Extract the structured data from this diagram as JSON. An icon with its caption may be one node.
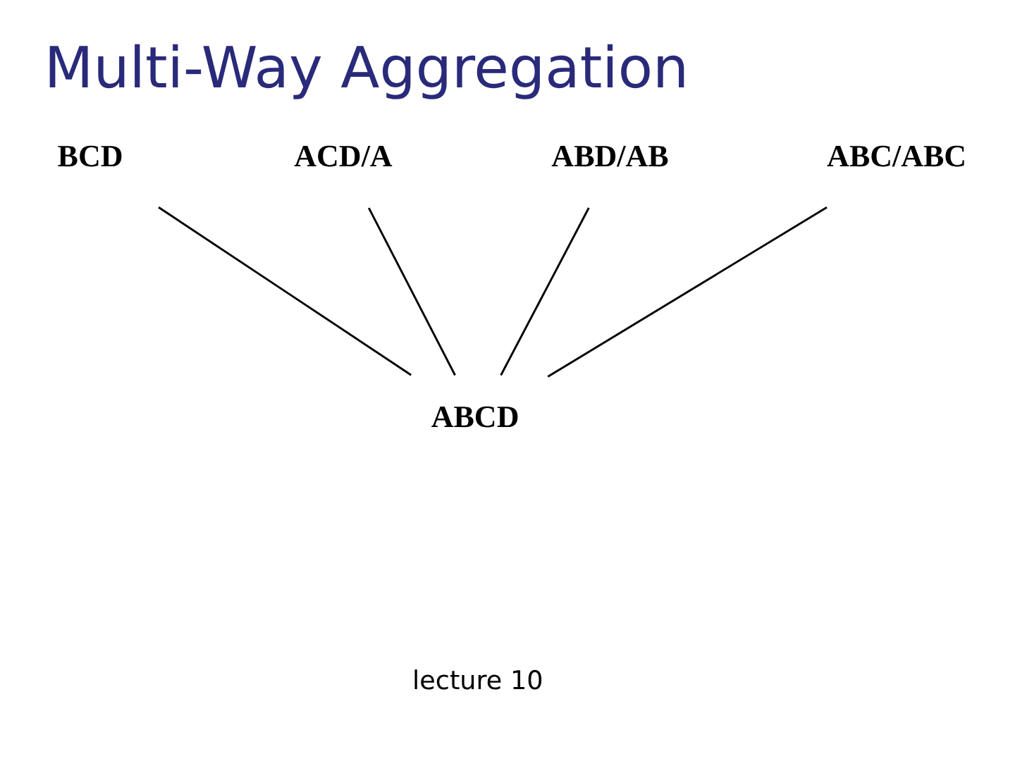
{
  "diagram": {
    "title": "Multi-Way Aggregation",
    "nodes": [
      {
        "text": [
          "BCD"
        ]
      },
      {
        "text": [
          "ACD/A"
        ]
      },
      {
        "text": [
          "ABD/AB"
        ]
      },
      {
        "text": [
          "ABC/ABC"
        ]
      },
      {
        "text": [
          "ABCD"
        ]
      }
    ],
    "edges": [
      {
        "from": 0,
        "to": 4,
        "arrow": "none"
      },
      {
        "from": 1,
        "to": 4,
        "arrow": "none"
      },
      {
        "from": 2,
        "to": 4,
        "arrow": "none"
      },
      {
        "from": 3,
        "to": 4,
        "arrow": "none"
      }
    ],
    "labels": [
      "lecture 10"
    ]
  }
}
